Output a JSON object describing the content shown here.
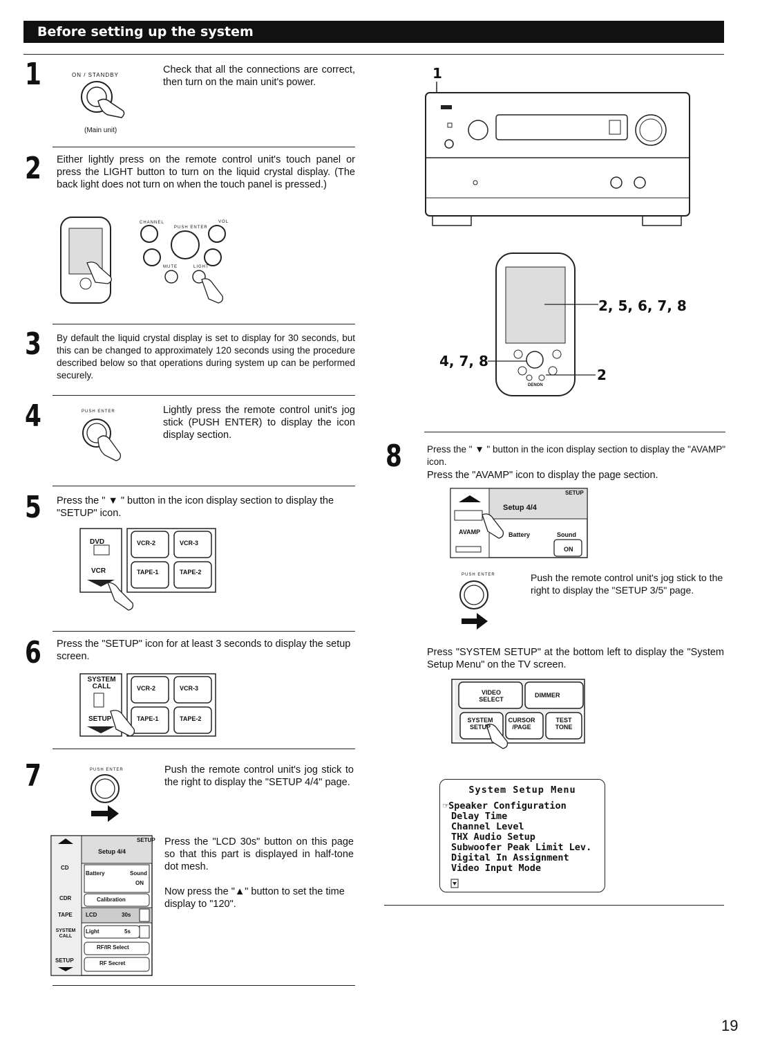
{
  "header": {
    "title": "Before setting up the system"
  },
  "steps": {
    "s1": {
      "num": "1",
      "label": "ON / STANDBY",
      "caption": "(Main unit)",
      "text": "Check that all the connections are correct, then turn on the main unit's power."
    },
    "s2": {
      "num": "2",
      "text": "Either lightly press on the remote control unit's touch panel or press the LIGHT button to turn on the liquid crystal display. (The back light does not turn on when the touch panel is pressed.)",
      "labels": {
        "channel": "CHANNEL",
        "push_enter": "PUSH ENTER",
        "vol": "VOL",
        "mute": "MUTE",
        "light": "LIGHT"
      }
    },
    "s3": {
      "num": "3",
      "text": "By default the liquid crystal display is set to display for 30 seconds, but this can be changed to approximately 120 seconds using the procedure described below so that operations during system up can be performed securely."
    },
    "s4": {
      "num": "4",
      "label": "PUSH ENTER",
      "text": "Lightly press the remote control unit's jog stick (PUSH ENTER) to display the icon display section."
    },
    "s5": {
      "num": "5",
      "text": "Press the \" ▼ \" button in the icon display section to display the \"SETUP\" icon.",
      "icons": {
        "dvd": "DVD",
        "vcr": "VCR",
        "vcr2": "VCR-2",
        "vcr3": "VCR-3",
        "tape1": "TAPE-1",
        "tape2": "TAPE-2"
      }
    },
    "s6": {
      "num": "6",
      "text": "Press the \"SETUP\" icon for at least 3 seconds to display the setup screen.",
      "icons": {
        "system_call": "SYSTEM CALL",
        "setup": "SETUP",
        "vcr2": "VCR-2",
        "vcr3": "VCR-3",
        "tape1": "TAPE-1",
        "tape2": "TAPE-2"
      }
    },
    "s7": {
      "num": "7",
      "label": "PUSH ENTER",
      "text": "Push the remote control unit's jog stick to the right to display the \"SETUP 4/4\" page.",
      "text2": "Press the \"LCD 30s\" button on this page so that this part is displayed in half-tone dot mesh.",
      "text3": "Now press the \"▲\" button to set the time display to \"120\".",
      "panel": {
        "setup": "SETUP",
        "page": "Setup 4/4",
        "battery": "Battery",
        "sound": "Sound",
        "on": "ON",
        "calibration": "Calibration",
        "lcd": "LCD",
        "lcd_val": "30s",
        "light": "Light",
        "light_val": "5s",
        "rfir": "RF/IR Select",
        "rfsecret": "RF Secret",
        "cd": "CD",
        "cdr": "CDR",
        "tape": "TAPE",
        "system_call": "SYSTEM CALL",
        "setup_icon": "SETUP"
      }
    },
    "s8": {
      "num": "8",
      "text": "Press the \" ▼ \" button in the icon display section to display the \"AVAMP\" icon.",
      "text_b": "Press the \"AVAMP\" icon to display the page section.",
      "label": "PUSH ENTER",
      "text2": "Push the remote control unit's jog stick to the right to display the \"SETUP 3/5\" page.",
      "text3": "Press \"SYSTEM SETUP\" at the bottom left to display the \"System Setup Menu\" on the TV screen.",
      "panel": {
        "setup": "SETUP",
        "page": "Setup 4/4",
        "avamp": "AVAMP",
        "battery": "Battery",
        "sound": "Sound",
        "on": "ON"
      },
      "buttons": {
        "video_select": "VIDEO SELECT",
        "dimmer": "DIMMER",
        "system_setup": "SYSTEM SETUP",
        "cursor_page": "CURSOR /PAGE",
        "test_tone": "TEST TONE"
      }
    }
  },
  "callouts": {
    "c1": "1",
    "c2": "2, 5, 6, 7, 8",
    "c3": "4, 7, 8",
    "c4": "2",
    "brand": "DENON"
  },
  "menu": {
    "title": "System Setup Menu",
    "items": [
      "☞Speaker Configuration",
      "Delay Time",
      "Channel Level",
      "THX Audio Setup",
      "Subwoofer Peak Limit Lev.",
      "Digital In Assignment",
      "Video Input Mode"
    ]
  },
  "page_number": "19"
}
